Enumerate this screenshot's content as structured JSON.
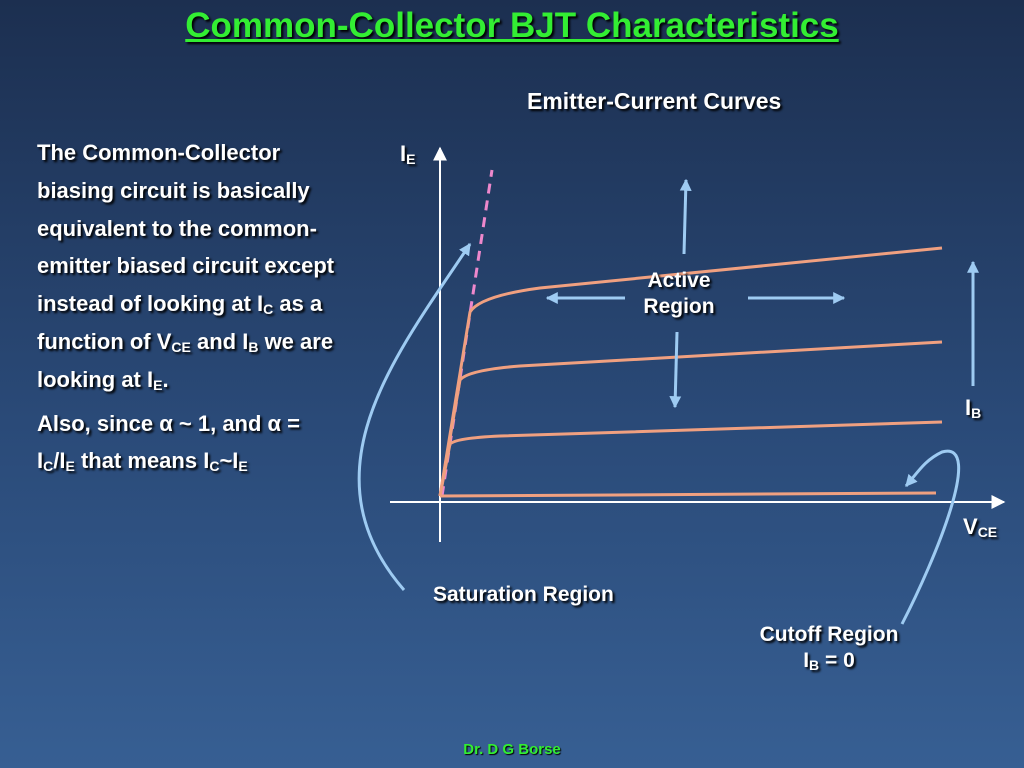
{
  "title": "Common-Collector BJT Characteristics",
  "body": {
    "para1": {
      "text": "The Common-Collector biasing circuit is basically equivalent to the common-emitter biased circuit except instead of looking at I",
      "sub1": "C",
      "mid1": " as a function of V",
      "sub2": "CE",
      "mid2": " and I",
      "sub3": "B",
      "mid3": " we are looking at I",
      "sub4": "E",
      "end": "."
    },
    "para2": {
      "text": "Also, since α ~ 1, and α = I",
      "sub1": "C",
      "mid1": "/I",
      "sub2": "E",
      "mid2": " that means I",
      "sub3": "C",
      "mid3": "~I",
      "sub4": "E"
    }
  },
  "diagram": {
    "heading": "Emitter-Current Curves",
    "y_axis": {
      "main": "I",
      "sub": "E"
    },
    "x_axis": {
      "main": "V",
      "sub": "CE"
    },
    "ib_arrow": {
      "main": "I",
      "sub": "B"
    },
    "active_region": {
      "line1": "Active",
      "line2": "Region"
    },
    "saturation_label": "Saturation Region",
    "cutoff": {
      "line1": "Cutoff Region",
      "main": "I",
      "sub": "B",
      "rest": " = 0"
    },
    "colors": {
      "curve": "#f0a080",
      "arrow": "#9ecbf2",
      "axis": "#ffffff",
      "dashed": "#ee88cc",
      "title": "#33ee33"
    },
    "curve_count": 4
  },
  "footer": "Dr. D G Borse"
}
